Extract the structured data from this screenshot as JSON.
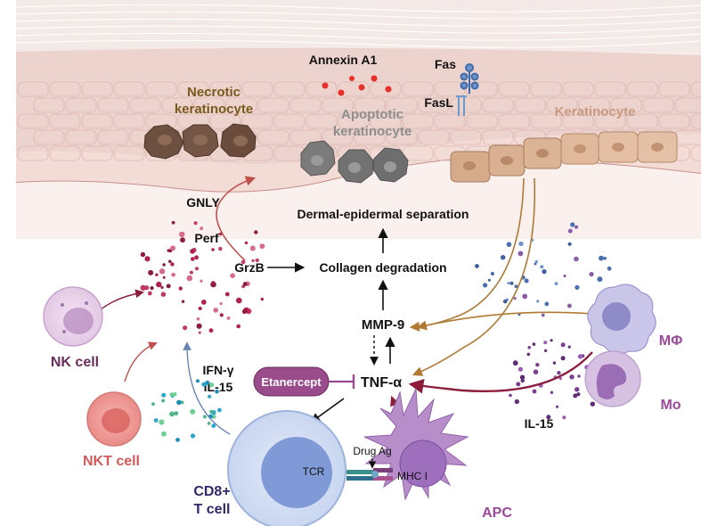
{
  "skin": {
    "necrotic_label_line1": "Necrotic",
    "necrotic_label_line2": "keratinocyte",
    "apoptotic_label_line1": "Apoptotic",
    "apoptotic_label_line2": "keratinocyte",
    "keratinocyte_label": "Keratinocyte",
    "annexin_label": "Annexin A1",
    "fas_label": "Fas",
    "fasl_label": "FasL"
  },
  "pathway": {
    "separation": "Dermal-epidermal separation",
    "collagen": "Collagen degradation",
    "grzb": "GrzB",
    "gnly": "GNLY",
    "perf": "Perf",
    "mmp9": "MMP-9",
    "tnfa": "TNF-α",
    "etanercept": "Etanercept",
    "ifng": "IFN-γ",
    "il15_left": "IL-15",
    "il15_right": "IL-15"
  },
  "cells": {
    "nk": "NK cell",
    "nkt": "NKT cell",
    "cd8_line1": "CD8+",
    "cd8_line2": "T cell",
    "apc": "APC",
    "macrophage": "MΦ",
    "monocyte": "Mo",
    "tcr": "TCR",
    "mhc": "MHC I",
    "drug": "Drug Ag"
  },
  "colors": {
    "necrotic_text": "#7a5a1c",
    "apoptotic_text": "#8e8e8e",
    "keratinocyte_text": "#c99a82",
    "nk_text": "#6b2d5c",
    "nkt_text": "#d25a5a",
    "cd8_text": "#2e2a6b",
    "apc_text": "#9b4a9b",
    "mphi_text": "#9b4a9b",
    "etanercept_fill": "#9a4b8c",
    "brown_arrow": "#b07a35",
    "maroon_arrow": "#8b1c3a",
    "blue_arrow": "#6a87b8",
    "red_arrow": "#c0504d"
  }
}
